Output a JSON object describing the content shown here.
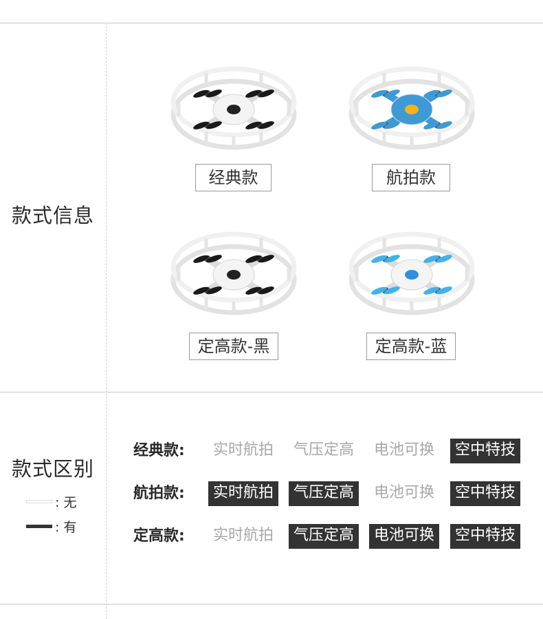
{
  "section1": {
    "title": "款式信息"
  },
  "products": [
    {
      "caption": "经典款",
      "accent": "#222222",
      "prop_color": "#1a1a1a",
      "body_color": "#f4f4f4"
    },
    {
      "caption": "航拍款",
      "accent": "#f3b51b",
      "prop_color": "#3d9ad6",
      "body_color": "#3d9ad6"
    },
    {
      "caption": "定高款-黑",
      "accent": "#222222",
      "prop_color": "#1a1a1a",
      "body_color": "#f4f4f4"
    },
    {
      "caption": "定高款-蓝",
      "accent": "#2f8fe0",
      "prop_color": "#43b2ea",
      "body_color": "#f4f4f4"
    }
  ],
  "section2": {
    "title": "款式区别",
    "legend": [
      {
        "swatch": "off",
        "text": ": 无"
      },
      {
        "swatch": "on",
        "text": ": 有"
      }
    ]
  },
  "comparison": [
    {
      "label": "经典款:",
      "features": [
        {
          "name": "实时航拍",
          "has": false
        },
        {
          "name": "气压定高",
          "has": false
        },
        {
          "name": "电池可换",
          "has": false
        },
        {
          "name": "空中特技",
          "has": true
        }
      ]
    },
    {
      "label": "航拍款:",
      "features": [
        {
          "name": "实时航拍",
          "has": true
        },
        {
          "name": "气压定高",
          "has": true
        },
        {
          "name": "电池可换",
          "has": false
        },
        {
          "name": "空中特技",
          "has": true
        }
      ]
    },
    {
      "label": "定高款:",
      "features": [
        {
          "name": "实时航拍",
          "has": false
        },
        {
          "name": "气压定高",
          "has": true
        },
        {
          "name": "电池可换",
          "has": true
        },
        {
          "name": "空中特技",
          "has": true
        }
      ]
    }
  ]
}
